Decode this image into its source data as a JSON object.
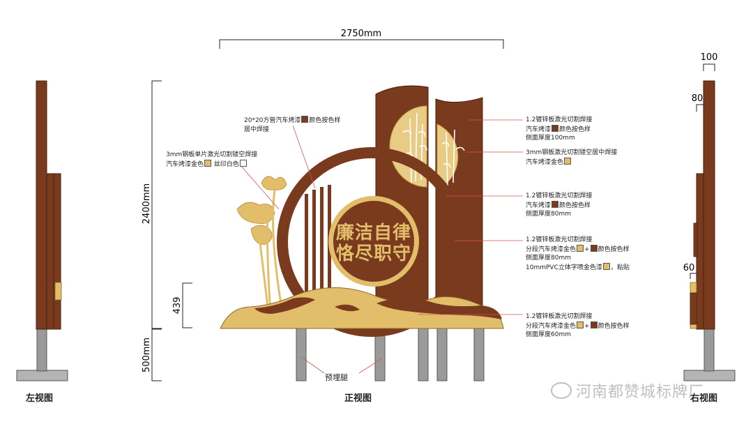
{
  "colors": {
    "brown": "#7a3a1e",
    "brown_dark": "#5e2a14",
    "gold": "#e2be6a",
    "gold_dark": "#c79a3c",
    "post": "#9a9a9a",
    "base": "#b4b4b4",
    "leader": "#d9534f"
  },
  "dimensions": {
    "width": "2750mm",
    "height": "2400mm",
    "base_height": "500mm",
    "foot_height": "439",
    "side_total": "100",
    "side_80": "80",
    "side_60": "60"
  },
  "sign_text": {
    "line1": "廉洁自律",
    "line2": "恪尽职守"
  },
  "annotations": {
    "square_tube": [
      "20*20方管汽车烤漆",
      "颜色按色样",
      "居中焊接"
    ],
    "lotus": [
      "3mm钢板单片激光切割镂空焊接",
      "汽车烤漆金色",
      "丝印白色"
    ],
    "top_panel": [
      "1.2镀锌板激光切割焊接",
      "汽车烤漆",
      "颜色按色样",
      "侧面厚度100mm"
    ],
    "bamboo": [
      "3mm钢板激光切割镂空居中焊接",
      "汽车烤漆金色"
    ],
    "middle_panel": [
      "1.2镀锌板激光切割焊接",
      "汽车烤漆",
      "颜色按色样",
      "侧面厚度80mm"
    ],
    "ring": [
      "1.2镀锌板激光切割焊接",
      "分段汽车烤漆金色",
      "+",
      "颜色按色样",
      "侧面厚度80mm",
      "10mmPVC立体字喷金色漆",
      "，粘贴"
    ],
    "base_panel": [
      "1.2镀锌板激光切割焊接",
      "分段汽车烤漆金色",
      "+",
      "颜色按色样",
      "侧面厚度60mm"
    ],
    "posts": "预埋腿"
  },
  "view_titles": {
    "left": "左视图",
    "front": "正视图",
    "right": "右视图"
  },
  "watermark": "河南都赞城标牌厂"
}
